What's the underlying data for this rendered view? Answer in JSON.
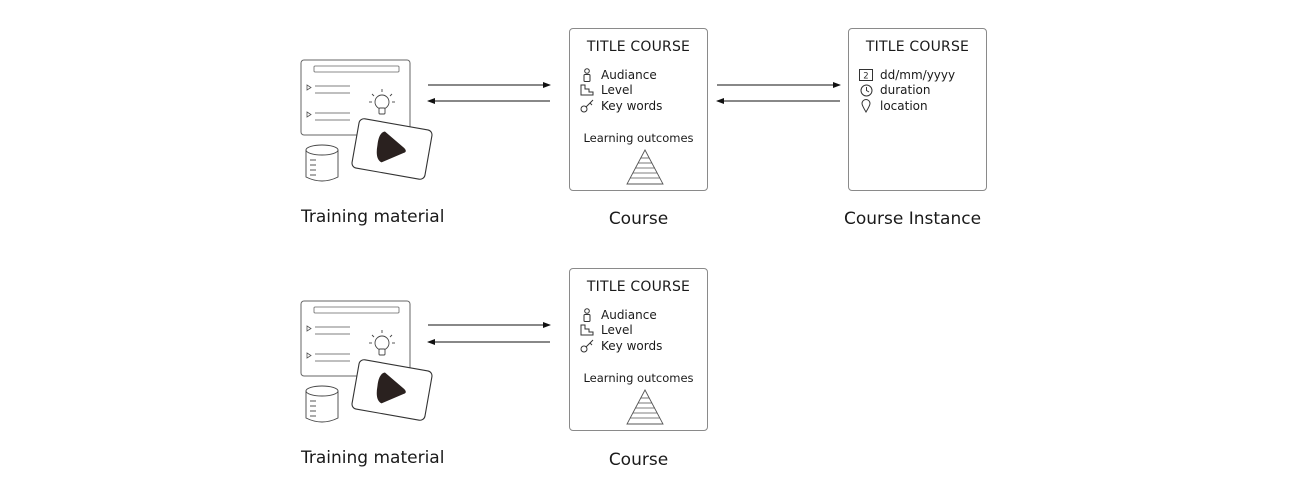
{
  "captions": {
    "training_material": "Training material",
    "course": "Course",
    "course_instance": "Course Instance"
  },
  "course_card": {
    "title": "TITLE COURSE",
    "audience": "Audiance",
    "level": "Level",
    "keywords": "Key words",
    "outcomes": "Learning outcomes"
  },
  "instance_card": {
    "title": "TITLE COURSE",
    "date": "dd/mm/yyyy",
    "duration": "duration",
    "location": "location",
    "calendar_digit": "2"
  },
  "icons": [
    "slide-icon",
    "lightbulb-icon",
    "play-icon",
    "database-icon",
    "person-icon",
    "stairs-icon",
    "key-icon",
    "pyramid-icon",
    "calendar-icon",
    "clock-icon",
    "location-pin-icon"
  ]
}
